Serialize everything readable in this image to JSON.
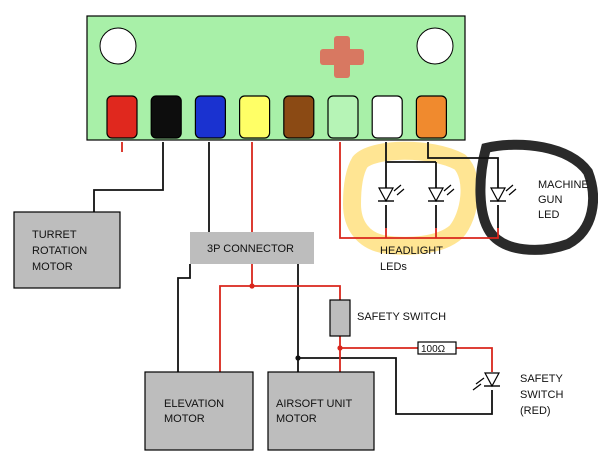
{
  "colors": {
    "board": "#a8f0a8",
    "wire_red": "#d9261c",
    "wire_black": "#111111",
    "box": "#bdbdbd",
    "highlight_yellow": "#ffe080",
    "highlight_dark": "#2a2a2a"
  },
  "board": {
    "logo": "red-cross-logo",
    "pins": [
      {
        "color": "#e0281e"
      },
      {
        "color": "#0d0d0d"
      },
      {
        "color": "#1a32d0"
      },
      {
        "color": "#ffff66"
      },
      {
        "color": "#8b4a14"
      },
      {
        "color": "#b6f4b6"
      },
      {
        "color": "#ffffff"
      },
      {
        "color": "#f08a2e"
      }
    ]
  },
  "components": {
    "turret": {
      "lines": [
        "TURRET",
        "ROTATION",
        "MOTOR"
      ]
    },
    "connector": {
      "label": "3P CONNECTOR"
    },
    "elevation": {
      "lines": [
        "ELEVATION",
        "MOTOR"
      ]
    },
    "airsoft": {
      "lines": [
        "AIRSOFT UNIT",
        "MOTOR"
      ]
    },
    "safety_switch": {
      "label": "SAFETY SWITCH"
    },
    "resistor": {
      "label": "100Ω"
    },
    "headlights": {
      "lines": [
        "HEADLIGHT",
        "LEDs"
      ]
    },
    "machine_gun": {
      "lines": [
        "MACHINE",
        "GUN",
        "LED"
      ]
    },
    "safety_led": {
      "lines": [
        "SAFETY",
        "SWITCH",
        "(RED)"
      ]
    }
  }
}
